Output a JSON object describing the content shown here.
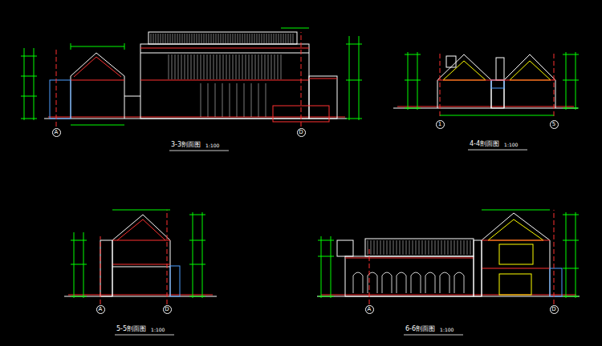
{
  "diagram": {
    "nodes": [
      {
        "text": [
          "A"
        ]
      },
      {
        "text": [
          "D"
        ]
      },
      {
        "text": [
          "1"
        ]
      },
      {
        "text": [
          "5"
        ]
      },
      {
        "text": [
          "A"
        ]
      },
      {
        "text": [
          "D"
        ]
      },
      {
        "text": [
          "A"
        ]
      },
      {
        "text": [
          "D"
        ]
      }
    ],
    "labels": [
      "3-3剖面图",
      "1:100",
      "4-4剖面图",
      "1:100",
      "5-5剖面图",
      "1:100",
      "6-6剖面图",
      "1:100"
    ]
  }
}
